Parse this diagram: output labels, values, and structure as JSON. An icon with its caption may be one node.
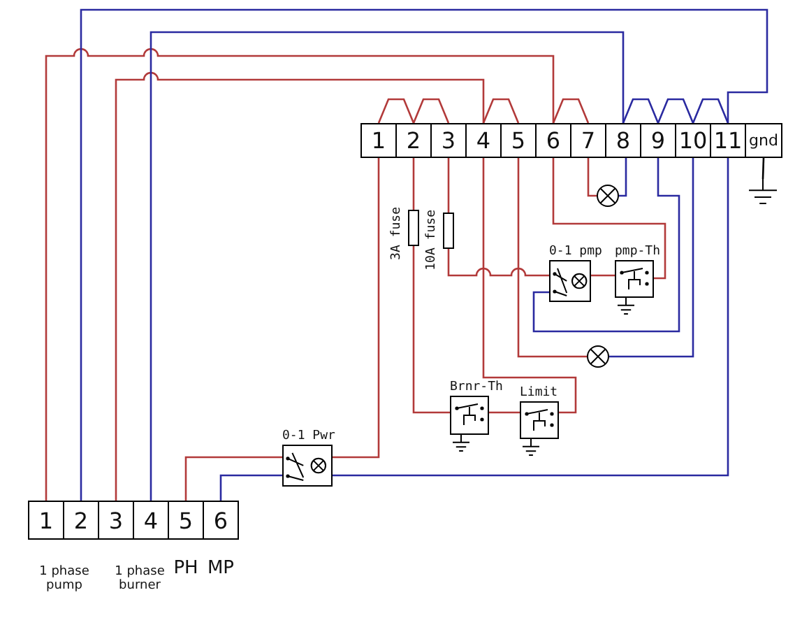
{
  "diagram": {
    "nodes": [
      {
        "text": [
          "1"
        ]
      },
      {
        "text": [
          "2"
        ]
      },
      {
        "text": [
          "3"
        ]
      },
      {
        "text": [
          "4"
        ]
      },
      {
        "text": [
          "5"
        ]
      },
      {
        "text": [
          "6"
        ]
      },
      {
        "text": [
          "7"
        ]
      },
      {
        "text": [
          "8"
        ]
      },
      {
        "text": [
          "9"
        ]
      },
      {
        "text": [
          "10"
        ]
      },
      {
        "text": [
          "11"
        ]
      },
      {
        "text": [
          "gnd"
        ]
      },
      {
        "text": [],
        "shape": "circle"
      },
      {
        "text": [
          "3A fuse"
        ]
      },
      {
        "text": [
          "10A fuse"
        ]
      },
      {
        "text": [
          "0-1 pmp"
        ]
      },
      {
        "text": [
          "pmp-Th"
        ]
      },
      {
        "text": [],
        "shape": "circle"
      },
      {
        "text": [
          "Brnr-Th"
        ]
      },
      {
        "text": [
          "Limit"
        ]
      },
      {
        "text": [
          "0-1 Pwr"
        ]
      },
      {
        "text": [
          "1"
        ]
      },
      {
        "text": [
          "2"
        ]
      },
      {
        "text": [
          "3"
        ]
      },
      {
        "text": [
          "4"
        ]
      },
      {
        "text": [
          "5"
        ]
      },
      {
        "text": [
          "6"
        ]
      },
      {
        "text": [],
        "shape": "ground"
      }
    ],
    "edges": [
      {
        "from": 0,
        "to": 1,
        "arrow": "none"
      },
      {
        "from": 1,
        "to": 2,
        "arrow": "none"
      },
      {
        "from": 3,
        "to": 4,
        "arrow": "none"
      },
      {
        "from": 5,
        "to": 6,
        "arrow": "none"
      },
      {
        "from": 7,
        "to": 8,
        "arrow": "none",
        "color": "#2a2aa0"
      },
      {
        "from": 8,
        "to": 9,
        "arrow": "none",
        "color": "#2a2aa0"
      },
      {
        "from": 9,
        "to": 10,
        "arrow": "none",
        "color": "#2a2aa0"
      },
      {
        "from": 21,
        "to": 5,
        "arrow": "none"
      },
      {
        "from": 23,
        "to": 3,
        "arrow": "none"
      },
      {
        "from": 22,
        "to": 10,
        "arrow": "none",
        "color": "#2a2aa0"
      },
      {
        "from": 24,
        "to": 7,
        "arrow": "none",
        "color": "#2a2aa0"
      },
      {
        "from": 25,
        "to": 20,
        "arrow": "none"
      },
      {
        "from": 26,
        "to": 20,
        "arrow": "none",
        "color": "#2a2aa0"
      },
      {
        "from": 20,
        "to": 0,
        "arrow": "none"
      },
      {
        "from": 20,
        "to": 10,
        "arrow": "none",
        "color": "#2a2aa0"
      },
      {
        "from": 1,
        "to": 13,
        "arrow": "none"
      },
      {
        "from": 13,
        "to": 18,
        "arrow": "none"
      },
      {
        "from": 18,
        "to": 19,
        "arrow": "none"
      },
      {
        "from": 19,
        "to": 3,
        "arrow": "none"
      },
      {
        "from": 2,
        "to": 14,
        "arrow": "none"
      },
      {
        "from": 14,
        "to": 15,
        "arrow": "none"
      },
      {
        "from": 15,
        "to": 16,
        "arrow": "none"
      },
      {
        "from": 16,
        "to": 5,
        "arrow": "none"
      },
      {
        "from": 4,
        "to": 17,
        "arrow": "none"
      },
      {
        "from": 17,
        "to": 9,
        "arrow": "none",
        "color": "#2a2aa0"
      },
      {
        "from": 6,
        "to": 12,
        "arrow": "none"
      },
      {
        "from": 12,
        "to": 7,
        "arrow": "none",
        "color": "#2a2aa0"
      },
      {
        "from": 8,
        "to": 15,
        "arrow": "none",
        "color": "#2a2aa0"
      },
      {
        "from": 11,
        "to": 27,
        "arrow": "none",
        "color": "#000000"
      }
    ],
    "labels": [
      "1 phase pump",
      "1 phase burner",
      "PH",
      "MP"
    ]
  }
}
